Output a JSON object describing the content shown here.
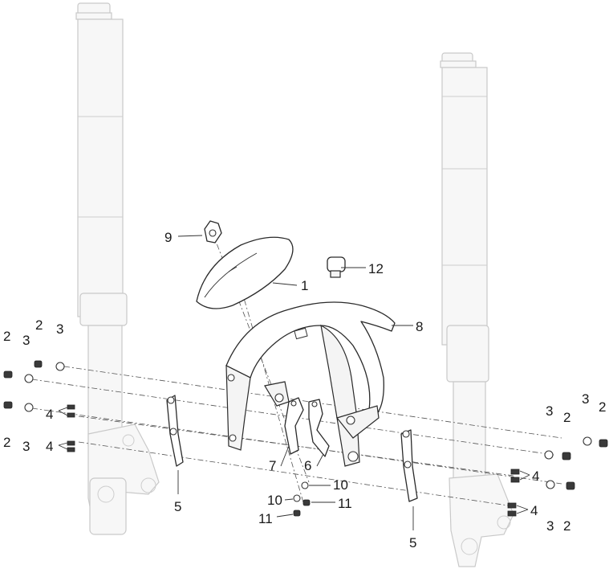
{
  "callouts": [
    {
      "id": "c9",
      "text": "9"
    },
    {
      "id": "c1",
      "text": "1"
    },
    {
      "id": "c12",
      "text": "12"
    },
    {
      "id": "c8",
      "text": "8"
    },
    {
      "id": "c2a",
      "text": "2"
    },
    {
      "id": "c3a",
      "text": "3"
    },
    {
      "id": "c2b",
      "text": "2"
    },
    {
      "id": "c3b",
      "text": "3"
    },
    {
      "id": "c4a",
      "text": "4"
    },
    {
      "id": "c2c",
      "text": "2"
    },
    {
      "id": "c3c",
      "text": "3"
    },
    {
      "id": "c4b",
      "text": "4"
    },
    {
      "id": "c5a",
      "text": "5"
    },
    {
      "id": "c7",
      "text": "7"
    },
    {
      "id": "c6",
      "text": "6"
    },
    {
      "id": "c10a",
      "text": "10"
    },
    {
      "id": "c10b",
      "text": "10"
    },
    {
      "id": "c11a",
      "text": "11"
    },
    {
      "id": "c11b",
      "text": "11"
    },
    {
      "id": "c3d",
      "text": "3"
    },
    {
      "id": "c2d",
      "text": "2"
    },
    {
      "id": "c3e",
      "text": "3"
    },
    {
      "id": "c2e",
      "text": "2"
    },
    {
      "id": "c4c",
      "text": "4"
    },
    {
      "id": "c4d",
      "text": "4"
    },
    {
      "id": "c3f",
      "text": "3"
    },
    {
      "id": "c2f",
      "text": "2"
    },
    {
      "id": "c5b",
      "text": "5"
    }
  ]
}
